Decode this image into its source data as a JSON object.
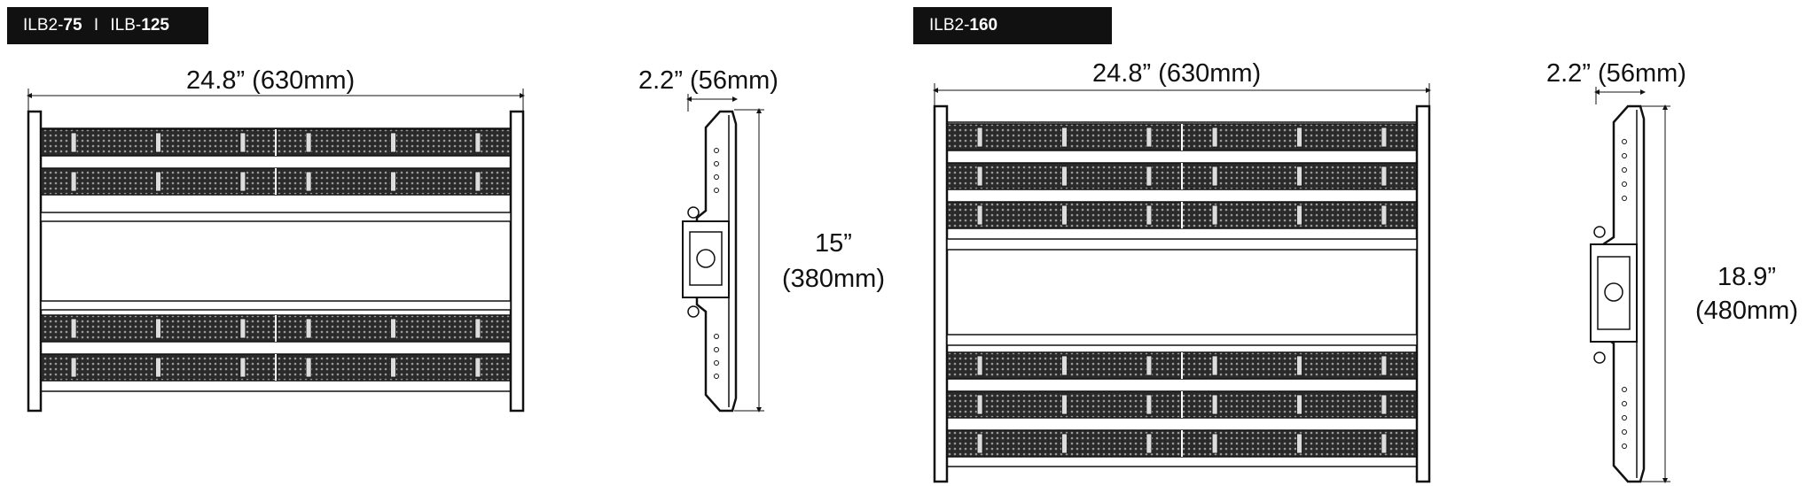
{
  "left_model": {
    "badge": {
      "a_prefix": "ILB2-",
      "a_num": "75",
      "sep": "I",
      "b_prefix": "ILB-",
      "b_num": "125"
    },
    "width_label": "24.8” (630mm)",
    "depth_label": "2.2” (56mm)",
    "height_value": "15”",
    "height_metric": "(380mm)",
    "panel_rows": 4
  },
  "right_model": {
    "badge": {
      "prefix": "ILB2-",
      "num": "160"
    },
    "width_label": "24.8” (630mm)",
    "depth_label": "2.2” (56mm)",
    "height_value": "18.9”",
    "height_metric": "(480mm)",
    "panel_rows": 6
  },
  "colors": {
    "badge_bg": "#111111",
    "badge_text": "#ffffff",
    "line": "#111111",
    "led_bg": "#2a2a2a"
  }
}
